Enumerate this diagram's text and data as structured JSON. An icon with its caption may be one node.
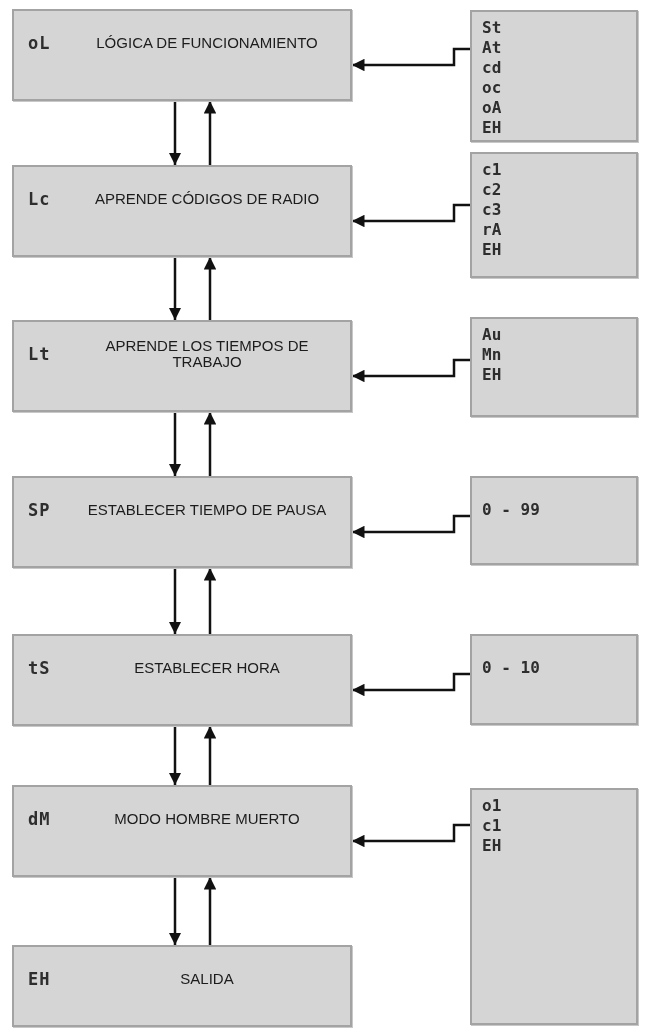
{
  "diagram": {
    "nodes": [
      {
        "text": [
          "oL",
          "LÓGICA DE FUNCIONAMIENTO"
        ]
      },
      {
        "text": [
          "Lc",
          "APRENDE CÓDIGOS DE RADIO"
        ]
      },
      {
        "text": [
          "Lt",
          "APRENDE LOS TIEMPOS DE TRABAJO"
        ]
      },
      {
        "text": [
          "SP",
          "ESTABLECER TIEMPO DE PAUSA"
        ]
      },
      {
        "text": [
          "tS",
          "ESTABLECER HORA"
        ]
      },
      {
        "text": [
          "dM",
          "MODO HOMBRE MUERTO"
        ]
      },
      {
        "text": [
          "EH",
          "SALIDA"
        ]
      },
      {
        "text": [
          "St",
          "At",
          "cd",
          "oc",
          "oA",
          "EH"
        ]
      },
      {
        "text": [
          "c1",
          "c2",
          "c3",
          "rA",
          "EH"
        ]
      },
      {
        "text": [
          "Au",
          "Mn",
          "EH"
        ]
      },
      {
        "text": [
          "0 - 99"
        ]
      },
      {
        "text": [
          "0 - 10"
        ]
      },
      {
        "text": [
          "o1",
          "c1",
          "EH"
        ]
      }
    ],
    "edges": [
      {
        "from": 0,
        "to": 1,
        "arrow": "to"
      },
      {
        "from": 1,
        "to": 0,
        "arrow": "to"
      },
      {
        "from": 1,
        "to": 2,
        "arrow": "to"
      },
      {
        "from": 2,
        "to": 1,
        "arrow": "to"
      },
      {
        "from": 2,
        "to": 3,
        "arrow": "to"
      },
      {
        "from": 3,
        "to": 2,
        "arrow": "to"
      },
      {
        "from": 3,
        "to": 4,
        "arrow": "to"
      },
      {
        "from": 4,
        "to": 3,
        "arrow": "to"
      },
      {
        "from": 4,
        "to": 5,
        "arrow": "to"
      },
      {
        "from": 5,
        "to": 4,
        "arrow": "to"
      },
      {
        "from": 5,
        "to": 6,
        "arrow": "to"
      },
      {
        "from": 6,
        "to": 5,
        "arrow": "to"
      },
      {
        "from": 7,
        "to": 0,
        "arrow": "to"
      },
      {
        "from": 8,
        "to": 1,
        "arrow": "to"
      },
      {
        "from": 9,
        "to": 2,
        "arrow": "to"
      },
      {
        "from": 10,
        "to": 3,
        "arrow": "to"
      },
      {
        "from": 11,
        "to": 4,
        "arrow": "to"
      },
      {
        "from": 12,
        "to": 5,
        "arrow": "to"
      }
    ]
  }
}
